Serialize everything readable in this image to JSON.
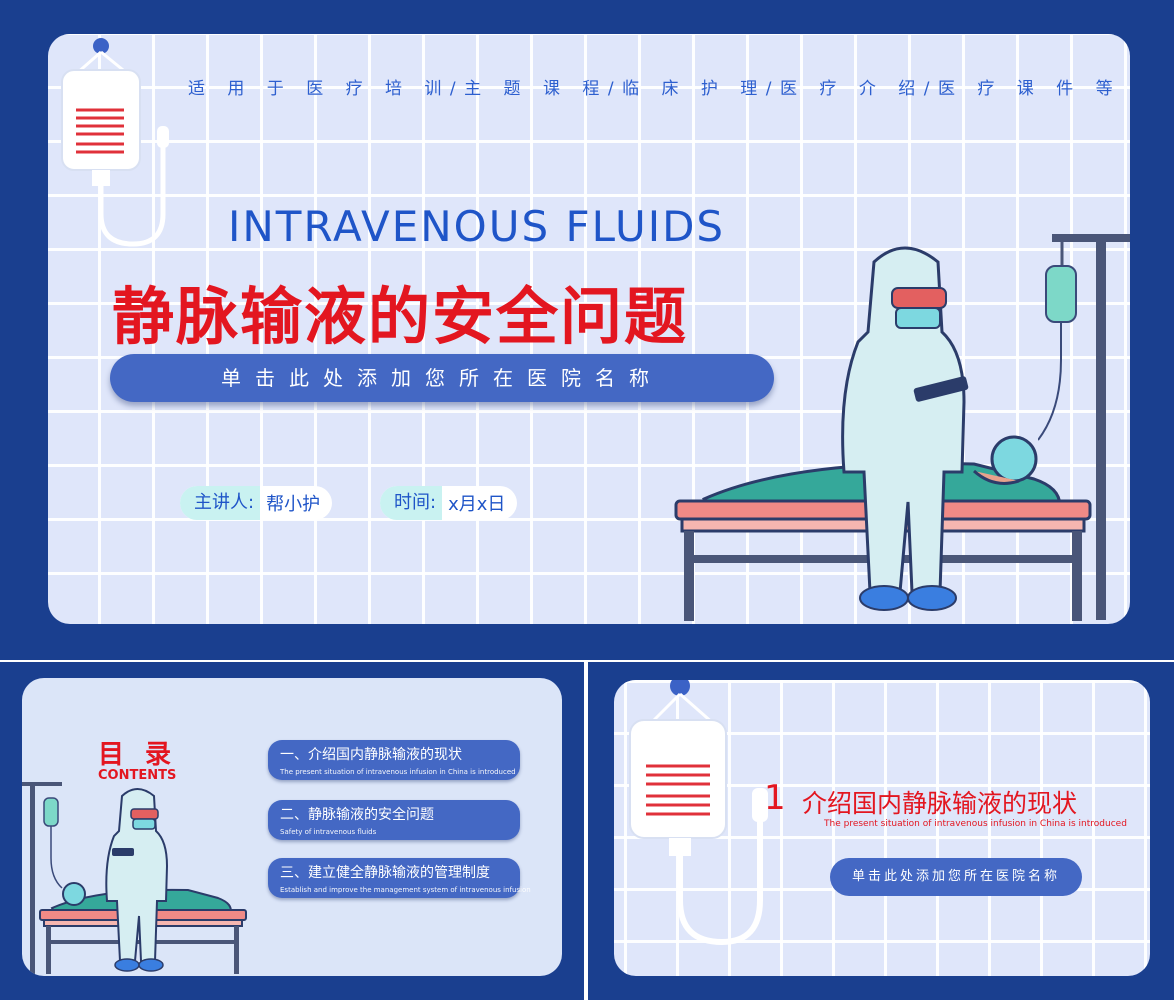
{
  "slide_main": {
    "usage_line": "适 用 于 医 疗 培 训/主 题 课 程/临 床 护 理/医 疗 介 绍/医 疗 课 件 等 用 途",
    "title_en": "INTRAVENOUS FLUIDS",
    "title_cn": "静脉输液的安全问题",
    "hospital_placeholder": "单击此处添加您所在医院名称",
    "speaker_label": "主讲人:",
    "speaker_value": "帮小护",
    "time_label": "时间:",
    "time_value": "x月x日"
  },
  "slide_contents": {
    "title": "目 录",
    "subtitle": "CONTENTS",
    "items": [
      {
        "title": "一、介绍国内静脉输液的现状",
        "subtitle": "The present situation of intravenous infusion in China is introduced"
      },
      {
        "title": "二、静脉输液的安全问题",
        "subtitle": "Safety of intravenous fluids"
      },
      {
        "title": "三、建立健全静脉输液的管理制度",
        "subtitle": "Establish and improve the management system of intravenous infusion"
      }
    ]
  },
  "slide_section": {
    "number": "1",
    "title": "介绍国内静脉输液的现状",
    "subtitle": "The present situation of intravenous infusion in China is introduced",
    "hospital_placeholder": "单击此处添加您所在医院名称"
  },
  "colors": {
    "frame": "#1a3f8f",
    "card": "#dfe6fa",
    "accent_blue": "#4468c4",
    "title_red": "#e31620",
    "text_blue": "#1f55c8"
  },
  "icons": [
    "iv-bag-icon",
    "iv-stand-icon",
    "doctor-figure",
    "patient-bed-figure"
  ]
}
